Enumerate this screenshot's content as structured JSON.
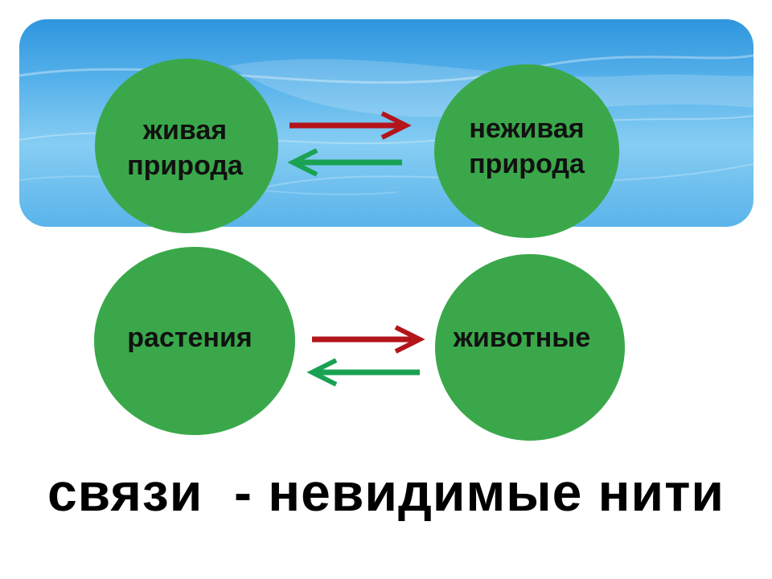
{
  "diagram": {
    "nodes": [
      {
        "id": "living",
        "label": "живая\nприрода"
      },
      {
        "id": "nonliving",
        "label": "неживая\nприрода"
      },
      {
        "id": "plants",
        "label": "растения"
      },
      {
        "id": "animals",
        "label": "животные"
      }
    ],
    "edges": [
      {
        "from": "living",
        "to": "nonliving",
        "color": "#b3151b"
      },
      {
        "from": "nonliving",
        "to": "living",
        "color": "#1aa253"
      },
      {
        "from": "plants",
        "to": "animals",
        "color": "#b3151b"
      },
      {
        "from": "animals",
        "to": "plants",
        "color": "#1aa253"
      }
    ],
    "caption": "связи  - невидимые нити"
  },
  "colors": {
    "node_fill": "#3aa84a",
    "banner_sky": "#57b2ea",
    "arrow_forward": "#b3151b",
    "arrow_back": "#1aa253"
  }
}
